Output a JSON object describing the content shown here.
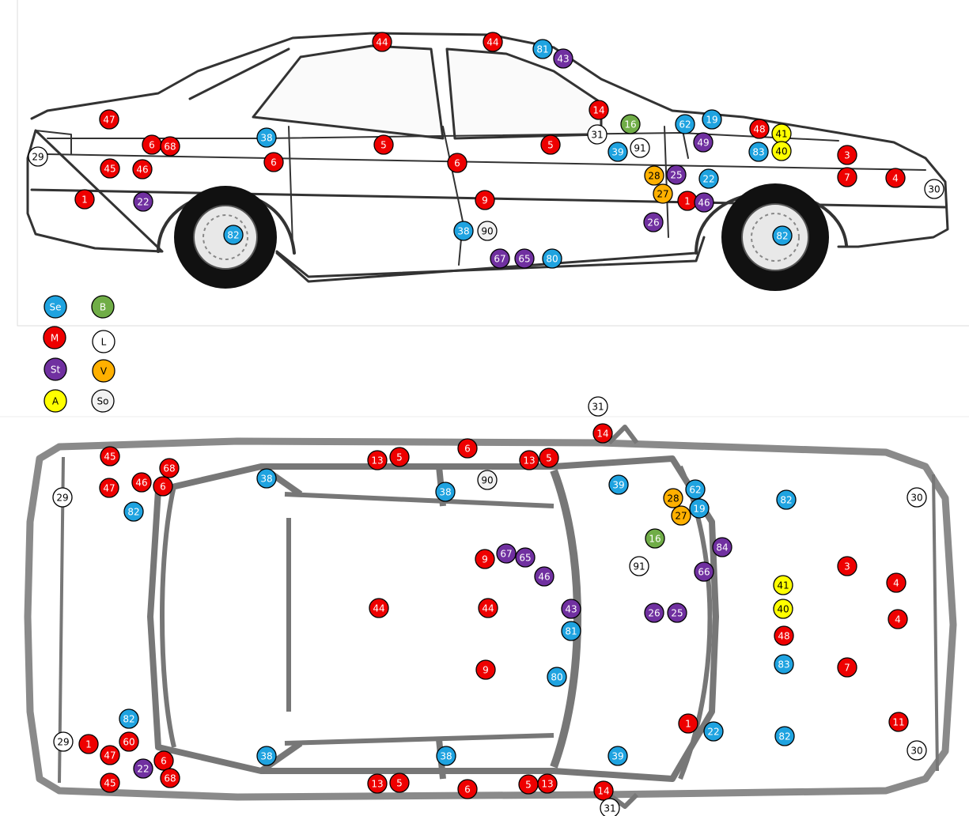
{
  "colors": {
    "Se": "#1fa3e0",
    "M": "#ee0000",
    "St": "#7030a0",
    "A": "#ffff00",
    "B": "#70ad47",
    "L": "#ffffff",
    "V": "#ffb000",
    "So": "#f2f2f2"
  },
  "legend": [
    {
      "code": "Se",
      "label": "Se"
    },
    {
      "code": "M",
      "label": "M"
    },
    {
      "code": "St",
      "label": "St"
    },
    {
      "code": "A",
      "label": "A"
    },
    {
      "code": "B",
      "label": "B"
    },
    {
      "code": "L",
      "label": "L"
    },
    {
      "code": "V",
      "label": "V"
    },
    {
      "code": "So",
      "label": "So"
    }
  ],
  "side_view_markers": [
    {
      "label": "44",
      "cat": "M"
    },
    {
      "label": "44",
      "cat": "M"
    },
    {
      "label": "81",
      "cat": "Se"
    },
    {
      "label": "43",
      "cat": "St"
    },
    {
      "label": "47",
      "cat": "M"
    },
    {
      "label": "14",
      "cat": "M"
    },
    {
      "label": "16",
      "cat": "B"
    },
    {
      "label": "62",
      "cat": "Se"
    },
    {
      "label": "19",
      "cat": "Se"
    },
    {
      "label": "48",
      "cat": "M"
    },
    {
      "label": "41",
      "cat": "A"
    },
    {
      "label": "31",
      "cat": "L"
    },
    {
      "label": "38",
      "cat": "Se"
    },
    {
      "label": "6",
      "cat": "M"
    },
    {
      "label": "68",
      "cat": "M"
    },
    {
      "label": "5",
      "cat": "M"
    },
    {
      "label": "5",
      "cat": "M"
    },
    {
      "label": "39",
      "cat": "Se"
    },
    {
      "label": "91",
      "cat": "L"
    },
    {
      "label": "49",
      "cat": "St"
    },
    {
      "label": "83",
      "cat": "Se"
    },
    {
      "label": "40",
      "cat": "A"
    },
    {
      "label": "29",
      "cat": "L"
    },
    {
      "label": "3",
      "cat": "M"
    },
    {
      "label": "6",
      "cat": "M"
    },
    {
      "label": "6",
      "cat": "M"
    },
    {
      "label": "45",
      "cat": "M"
    },
    {
      "label": "46",
      "cat": "M"
    },
    {
      "label": "28",
      "cat": "V"
    },
    {
      "label": "25",
      "cat": "St"
    },
    {
      "label": "22",
      "cat": "Se"
    },
    {
      "label": "7",
      "cat": "M"
    },
    {
      "label": "4",
      "cat": "M"
    },
    {
      "label": "30",
      "cat": "L"
    },
    {
      "label": "27",
      "cat": "V"
    },
    {
      "label": "1",
      "cat": "M"
    },
    {
      "label": "46",
      "cat": "St"
    },
    {
      "label": "1",
      "cat": "M"
    },
    {
      "label": "22",
      "cat": "St"
    },
    {
      "label": "9",
      "cat": "M"
    },
    {
      "label": "26",
      "cat": "St"
    },
    {
      "label": "82",
      "cat": "Se"
    },
    {
      "label": "38",
      "cat": "Se"
    },
    {
      "label": "90",
      "cat": "So"
    },
    {
      "label": "82",
      "cat": "Se"
    },
    {
      "label": "67",
      "cat": "St"
    },
    {
      "label": "65",
      "cat": "St"
    },
    {
      "label": "80",
      "cat": "Se"
    }
  ],
  "top_view_markers": [
    {
      "label": "31",
      "cat": "L"
    },
    {
      "label": "14",
      "cat": "M"
    },
    {
      "label": "45",
      "cat": "M"
    },
    {
      "label": "6",
      "cat": "M"
    },
    {
      "label": "13",
      "cat": "M"
    },
    {
      "label": "5",
      "cat": "M"
    },
    {
      "label": "13",
      "cat": "M"
    },
    {
      "label": "5",
      "cat": "M"
    },
    {
      "label": "68",
      "cat": "M"
    },
    {
      "label": "38",
      "cat": "Se"
    },
    {
      "label": "90",
      "cat": "So"
    },
    {
      "label": "39",
      "cat": "Se"
    },
    {
      "label": "62",
      "cat": "Se"
    },
    {
      "label": "47",
      "cat": "M"
    },
    {
      "label": "46",
      "cat": "M"
    },
    {
      "label": "6",
      "cat": "M"
    },
    {
      "label": "38",
      "cat": "Se"
    },
    {
      "label": "28",
      "cat": "V"
    },
    {
      "label": "19",
      "cat": "Se"
    },
    {
      "label": "82",
      "cat": "Se"
    },
    {
      "label": "30",
      "cat": "L"
    },
    {
      "label": "29",
      "cat": "L"
    },
    {
      "label": "27",
      "cat": "V"
    },
    {
      "label": "82",
      "cat": "Se"
    },
    {
      "label": "16",
      "cat": "B"
    },
    {
      "label": "84",
      "cat": "St"
    },
    {
      "label": "67",
      "cat": "St"
    },
    {
      "label": "65",
      "cat": "St"
    },
    {
      "label": "9",
      "cat": "M"
    },
    {
      "label": "91",
      "cat": "L"
    },
    {
      "label": "66",
      "cat": "St"
    },
    {
      "label": "3",
      "cat": "M"
    },
    {
      "label": "46",
      "cat": "St"
    },
    {
      "label": "41",
      "cat": "A"
    },
    {
      "label": "4",
      "cat": "M"
    },
    {
      "label": "44",
      "cat": "M"
    },
    {
      "label": "44",
      "cat": "M"
    },
    {
      "label": "43",
      "cat": "St"
    },
    {
      "label": "26",
      "cat": "St"
    },
    {
      "label": "25",
      "cat": "St"
    },
    {
      "label": "40",
      "cat": "A"
    },
    {
      "label": "4",
      "cat": "M"
    },
    {
      "label": "81",
      "cat": "Se"
    },
    {
      "label": "48",
      "cat": "M"
    },
    {
      "label": "9",
      "cat": "M"
    },
    {
      "label": "83",
      "cat": "Se"
    },
    {
      "label": "7",
      "cat": "M"
    },
    {
      "label": "80",
      "cat": "Se"
    },
    {
      "label": "82",
      "cat": "Se"
    },
    {
      "label": "11",
      "cat": "M"
    },
    {
      "label": "1",
      "cat": "M"
    },
    {
      "label": "22",
      "cat": "Se"
    },
    {
      "label": "82",
      "cat": "Se"
    },
    {
      "label": "29",
      "cat": "L"
    },
    {
      "label": "1",
      "cat": "M"
    },
    {
      "label": "60",
      "cat": "M"
    },
    {
      "label": "47",
      "cat": "M"
    },
    {
      "label": "30",
      "cat": "L"
    },
    {
      "label": "38",
      "cat": "Se"
    },
    {
      "label": "38",
      "cat": "Se"
    },
    {
      "label": "39",
      "cat": "Se"
    },
    {
      "label": "6",
      "cat": "M"
    },
    {
      "label": "22",
      "cat": "St"
    },
    {
      "label": "68",
      "cat": "M"
    },
    {
      "label": "45",
      "cat": "M"
    },
    {
      "label": "13",
      "cat": "M"
    },
    {
      "label": "5",
      "cat": "M"
    },
    {
      "label": "6",
      "cat": "M"
    },
    {
      "label": "5",
      "cat": "M"
    },
    {
      "label": "13",
      "cat": "M"
    },
    {
      "label": "14",
      "cat": "M"
    },
    {
      "label": "31",
      "cat": "L"
    }
  ]
}
